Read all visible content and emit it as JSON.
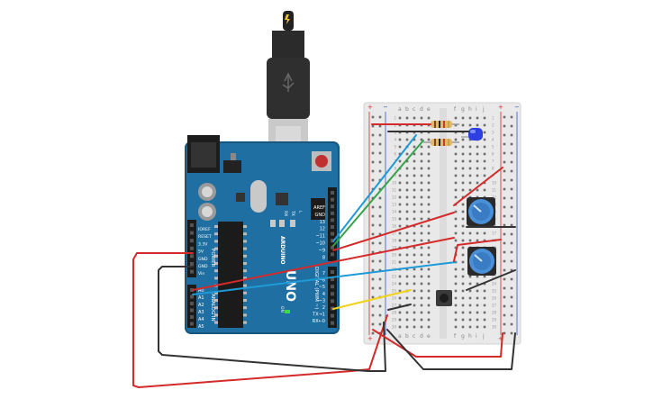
{
  "arduino": {
    "board_name": "UNO",
    "brand": "ARDUINO",
    "header_left": [
      "IOREF",
      "RESET",
      "3.3V",
      "5V",
      "GND",
      "GND",
      "Vin"
    ],
    "analog_pins": [
      "A0",
      "A1",
      "A2",
      "A3",
      "A4",
      "A5"
    ],
    "power_label": "POWER",
    "analog_label": "ANALOG IN",
    "digital_top": [
      "AREF",
      "GND",
      "13",
      "12",
      "~11",
      "~10",
      "~9",
      "8"
    ],
    "digital_bottom": [
      "7",
      "~6",
      "~5",
      "4",
      "~3",
      "2",
      "TX→1",
      "RX←0"
    ],
    "digital_label": "DIGITAL (PWM ~)",
    "small_labels": {
      "tx": "TX",
      "rx": "RX",
      "l": "L",
      "on": "ON"
    }
  },
  "breadboard": {
    "columns_left": [
      "a",
      "b",
      "c",
      "d",
      "e"
    ],
    "columns_right": [
      "f",
      "g",
      "h",
      "i",
      "j"
    ],
    "rows": [
      "1",
      "2",
      "3",
      "4",
      "5",
      "6",
      "7",
      "8",
      "9",
      "10",
      "11",
      "12",
      "13",
      "14",
      "15",
      "16",
      "17",
      "18",
      "19",
      "20",
      "21",
      "22",
      "23",
      "24",
      "25",
      "26",
      "27",
      "28",
      "29",
      "30"
    ],
    "rail_plus": "+",
    "rail_minus": "−"
  },
  "colors": {
    "board": "#1f6fa3",
    "board_dark": "#17577f",
    "breadboard": "#e9e9e9",
    "wire_red": "#d42a2a",
    "wire_black": "#333333",
    "wire_blue": "#1e9ad6",
    "wire_green": "#34a34a",
    "wire_yellow": "#f1d21a",
    "led": "#2d3fe0",
    "pot": "#4a90d9"
  },
  "icons": {
    "usb": "usb-cable-icon",
    "led": "led-icon",
    "button": "push-button-icon",
    "pot": "potentiometer-icon"
  }
}
